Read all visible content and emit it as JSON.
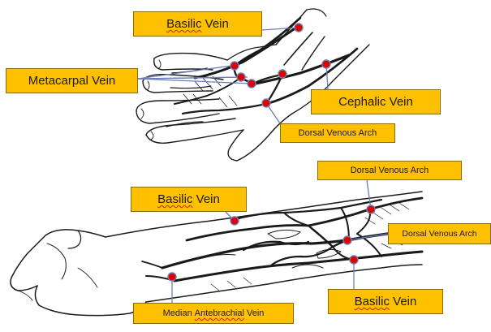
{
  "labels": {
    "basilic_top": {
      "word1": "Basilic",
      "word2": "Vein"
    },
    "metacarpal": "Metacarpal Vein",
    "cephalic": "Cephalic Vein",
    "dorsal_arch_top": {
      "word1": "Dorsal",
      "word2": "Venous Arch"
    },
    "dorsal_arch_mid": "Dorsal Venous Arch",
    "dorsal_arch_right": "Dorsal Venous Arch",
    "basilic_forearm": {
      "word1": "Basilic",
      "word2": "Vein"
    },
    "basilic_bottom": {
      "word1": "Basilic",
      "word2": "Vein"
    },
    "median_antebrachial": {
      "word1": "Median",
      "word2": "Antebrachial",
      "word3": "Vein"
    }
  },
  "colors": {
    "label_fill": "#ffc000",
    "marker_fill": "#e00000",
    "marker_stroke": "#6b7fb8",
    "vein": "#1a1a1a"
  }
}
